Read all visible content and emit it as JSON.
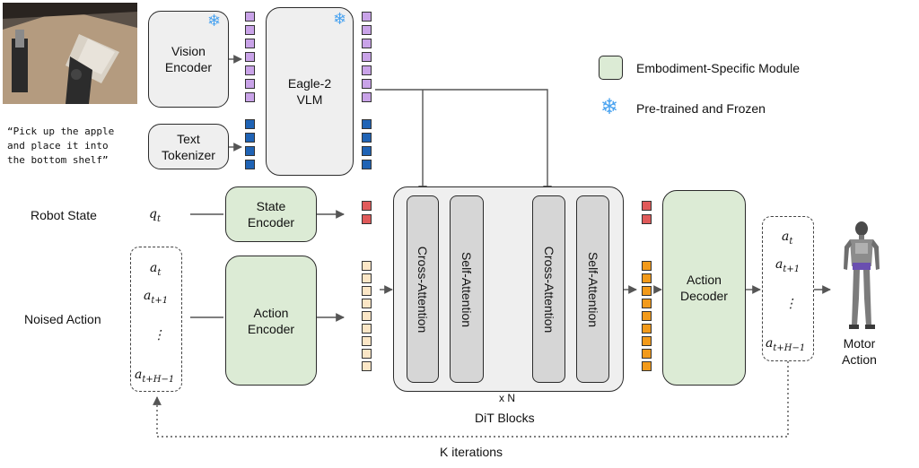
{
  "input": {
    "instruction_lines": [
      "“Pick up the apple",
      "and place it into",
      "the bottom shelf”"
    ]
  },
  "modules": {
    "vision_encoder": "Vision\nEncoder",
    "text_tokenizer": "Text\nTokenizer",
    "vlm": "Eagle-2\nVLM",
    "state_encoder": "State\nEncoder",
    "action_encoder": "Action\nEncoder",
    "action_decoder": "Action\nDecoder"
  },
  "dit": {
    "blocks": [
      "Cross-Attention",
      "Self-Attention",
      "Cross-Attention",
      "Self-Attention"
    ],
    "repeat_label": "x N",
    "caption": "DiT Blocks"
  },
  "labels": {
    "robot_state": "Robot State",
    "noised_action": "Noised Action",
    "motor_action": "Motor\nAction",
    "iterations": "K iterations"
  },
  "math": {
    "state_symbol": "q",
    "state_sub": "t",
    "action_sequence": [
      {
        "base": "a",
        "sub": "t"
      },
      {
        "base": "a",
        "sub": "t+1"
      },
      {
        "base": "⋮",
        "sub": ""
      },
      {
        "base": "a",
        "sub": "t+H−1"
      }
    ]
  },
  "legend": {
    "embodiment": "Embodiment-Specific Module",
    "frozen": "Pre-trained and Frozen"
  },
  "colors": {
    "frozen_bg": "#efefef",
    "embodiment_green": "#dcebd5",
    "vision_token": "#c9a3e8",
    "text_token": "#1f63b5",
    "state_token": "#e05a5a",
    "action_token_in": "#fbe6c6",
    "action_token_out": "#f29a1a",
    "snowflake": "#4aa3f0"
  },
  "icons": {
    "frozen": "snowflake-icon",
    "robot": "humanoid-robot-icon",
    "camera_image": "robot-camera-view-image"
  }
}
